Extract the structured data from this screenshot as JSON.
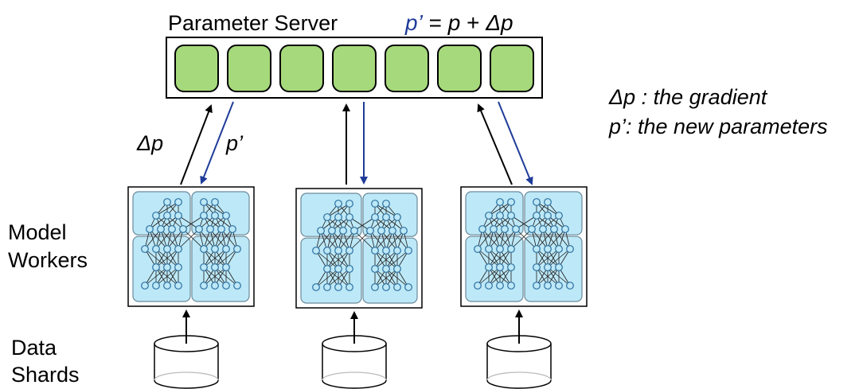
{
  "title": "Parameter Server",
  "update_rule": {
    "lhs": "p’",
    "equals": " = ",
    "p": "p",
    "plus": " + ",
    "delta_p": "Δp"
  },
  "legend": {
    "line1": "Δp : the gradient",
    "line2": "p’: the new parameters"
  },
  "arrow_labels": {
    "gradient": "Δp",
    "new_params": "p’"
  },
  "row_labels": {
    "workers_line1": "Model",
    "workers_line2": "Workers",
    "shards_line1": "Data",
    "shards_line2": "Shards"
  },
  "server_shard_count": 7,
  "worker_count": 3,
  "colors": {
    "shard_fill": "#a6d97b",
    "partition_fill": "#bde8f7",
    "partition_stroke": "#6b8a9a",
    "node_stroke": "#2a6fa0",
    "gradient_arrow": "#000000",
    "param_arrow": "#1f3c99",
    "param_text": "#1f3c99"
  }
}
